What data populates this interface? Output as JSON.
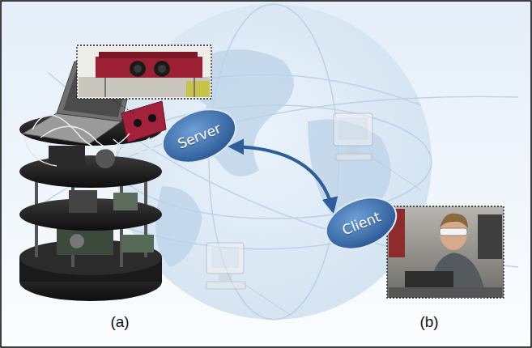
{
  "diagram": {
    "nodes": [
      {
        "text": [
          "Server"
        ]
      },
      {
        "text": [
          "Client"
        ]
      }
    ],
    "edges": [
      {
        "from": 0,
        "to": 1,
        "arrow": "both"
      }
    ],
    "labels": [
      "(a)",
      "(b)"
    ]
  }
}
